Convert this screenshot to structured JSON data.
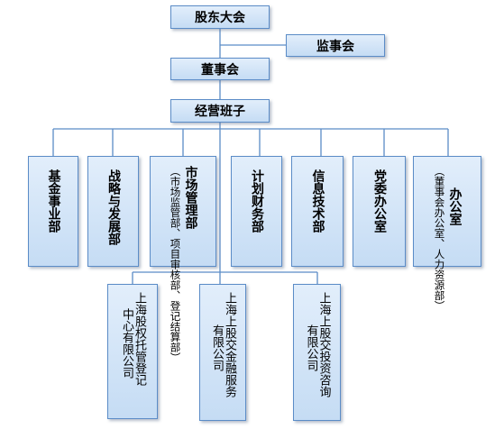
{
  "top": {
    "shareholders": "股东大会",
    "supervisory": "监事会",
    "board": "董事会",
    "management": "经营班子"
  },
  "departments": [
    {
      "name": "基金事业部"
    },
    {
      "name": "战略与发展部"
    },
    {
      "name": "市场管理部",
      "note": "（市场监管部、项目审核部、登记结算部）"
    },
    {
      "name": "计划财务部"
    },
    {
      "name": "信息技术部"
    },
    {
      "name": "党委办公室"
    },
    {
      "name": "办公室",
      "note": "（董事会办公室、人力资源部）"
    }
  ],
  "subsidiaries": [
    {
      "line1": "上海股权托管登记",
      "line2": "中心有限公司"
    },
    {
      "line1": "上海上股交金融服务",
      "line2": "有限公司"
    },
    {
      "line1": "上海上股交投资咨询",
      "line2": "有限公司"
    }
  ]
}
